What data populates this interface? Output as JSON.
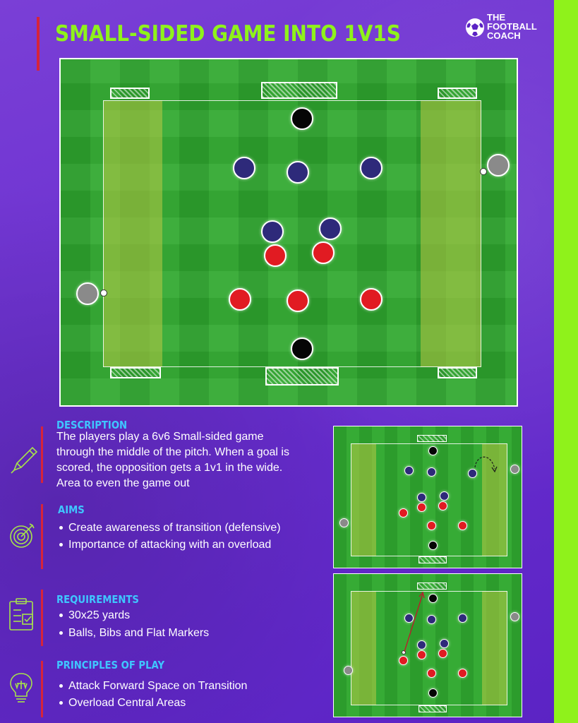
{
  "header": {
    "title": "SMALL-SIDED GAME INTO 1V1S",
    "logo_lines": [
      "THE",
      "FOOTBALL",
      "COACH"
    ]
  },
  "colors": {
    "accent_green": "#8ff21b",
    "accent_red": "#d6243a",
    "section_blue": "#3fc6ff",
    "team_red": "#e11b22",
    "team_navy": "#2e2a7a",
    "keeper_black": "#050505",
    "neutral_grey": "#8a8a8a"
  },
  "sections": {
    "description": {
      "title": "DESCRIPTION",
      "text": "The players play a 6v6 Small-sided game through the middle of the pitch. When a goal is scored, the opposition gets a 1v1 in the wide. Area to even the game out",
      "icon": "pen-icon"
    },
    "aims": {
      "title": "AIMS",
      "items": [
        "Create awareness of transition (defensive)",
        "Importance of attacking with an overload"
      ],
      "icon": "target-icon"
    },
    "requirements": {
      "title": "REQUIREMENTS",
      "items": [
        "30x25 yards",
        "Balls, Bibs and Flat Markers"
      ],
      "icon": "clipboard-icon"
    },
    "principles": {
      "title": "PRINCIPLES OF PLAY",
      "items": [
        "Attack Forward Space on Transition",
        "Overload Central Areas"
      ],
      "icon": "lightbulb-icon"
    }
  }
}
